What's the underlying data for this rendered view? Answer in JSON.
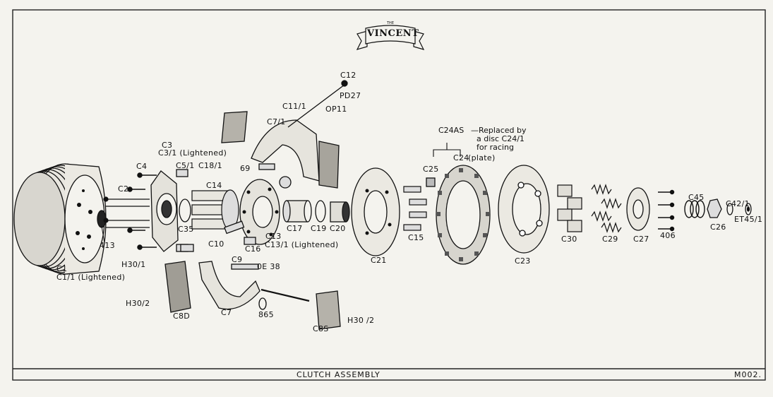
{
  "logo": {
    "the": "THE",
    "name": "VINCENT"
  },
  "title_block": {
    "title": "CLUTCH    ASSEMBLY",
    "drawing_no": "M002."
  },
  "note": {
    "part": "C24AS",
    "line1": "—Replaced  by",
    "line2": "a disc  C24/1",
    "line3": "for racing"
  },
  "labels": {
    "c12": "C12",
    "pd27": "PD27",
    "c11_1": "C11/1",
    "op11": "OP11",
    "c7_1": "C7/1",
    "c3": "C3",
    "c3_1": "C3/1 (Lightened)",
    "c4": "C4",
    "c5_1": "C5/1",
    "c18_1": "C18/1",
    "n69": "69",
    "c2": "C2",
    "c14": "C14",
    "c35": "C35",
    "n413": "413",
    "c10": "C10",
    "c16": "C16",
    "c13": "C13",
    "c13_1": "C13/1 (Lightened)",
    "c17": "C17",
    "c19": "C19",
    "c20": "C20",
    "c1": "C1",
    "c1_1": "C1/1 (Lightened)",
    "h30_1": "H30/1",
    "c9": "C9",
    "oe38": "0E 38",
    "h30_2a": "H30/2",
    "c8d": "C8D",
    "c7": "C7",
    "n865": "865",
    "c8s": "C8S",
    "h30_2b": "H30 /2",
    "c21": "C21",
    "c15": "C15",
    "c25": "C25",
    "c24": "C24",
    "c24_plate": "(plate)",
    "c23": "C23",
    "c30": "C30",
    "c29": "C29",
    "c27": "C27",
    "n406": "406",
    "c45": "C45",
    "c42_1": "C42/1",
    "c26": "C26",
    "et45_1": "ET45/1"
  },
  "colors": {
    "paper": "#f4f3ee",
    "ink": "#151515"
  }
}
